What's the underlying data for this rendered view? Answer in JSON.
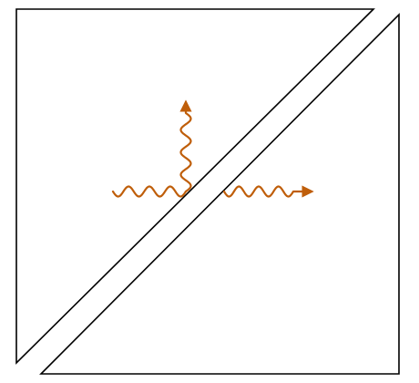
{
  "diagram": {
    "kind": "beam-splitter",
    "elements": [
      {
        "id": "prism-upper-left",
        "shape": "right-triangle",
        "outline_color": "#000000",
        "fill": "none"
      },
      {
        "id": "prism-lower-right",
        "shape": "right-triangle",
        "outline_color": "#000000",
        "fill": "none"
      }
    ],
    "beams": [
      {
        "id": "incident-beam",
        "style": "wavy",
        "direction": "right",
        "arrowhead": false
      },
      {
        "id": "reflected-beam",
        "style": "wavy",
        "direction": "up",
        "arrowhead": true
      },
      {
        "id": "transmitted-beam",
        "style": "wavy",
        "direction": "right",
        "arrowhead": true
      }
    ],
    "beam_color": "#bf5e0a",
    "text_labels": []
  }
}
